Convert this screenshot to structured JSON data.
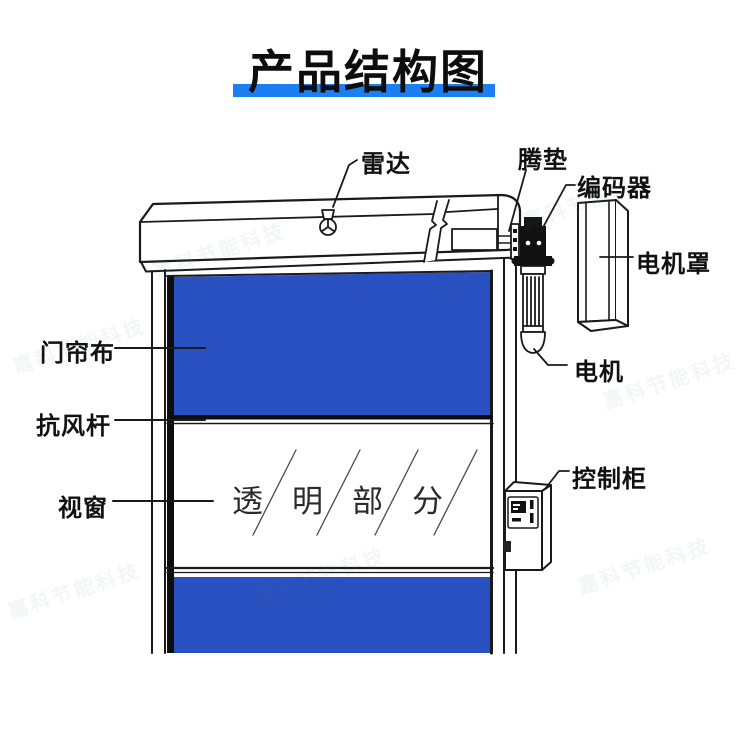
{
  "title": {
    "text": "产品结构图"
  },
  "colors": {
    "accent_blue": "#1b7ff2",
    "curtain_blue": "#2850c0",
    "ink": "#111111"
  },
  "watermark": "嘉科节能科技",
  "diagram": {
    "glass_text": "透明部分",
    "labels": {
      "radar": "雷达",
      "cushion": "腾垫",
      "encoder": "编码器",
      "motor_cover": "电机罩",
      "motor": "电机",
      "curtain": "门帘布",
      "wind_bar": "抗风杆",
      "window": "视窗",
      "control_cabinet": "控制柜"
    }
  }
}
